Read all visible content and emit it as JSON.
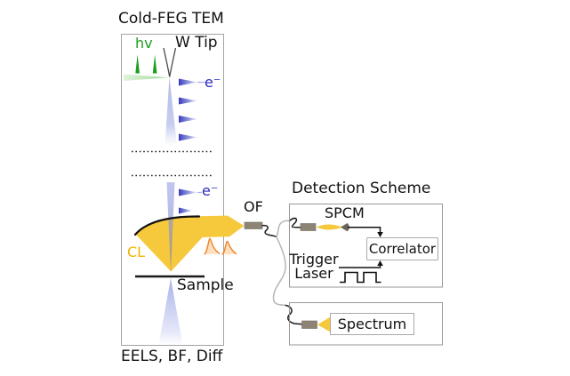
{
  "tem": {
    "title": "Cold-FEG TEM",
    "photon_label": "hv",
    "tip_label": "W Tip",
    "electron_label_top": "e⁻",
    "electron_label_mid": "e⁻",
    "cl_label": "CL",
    "sample_label": "Sample",
    "modes_label": "EELS, BF, Diff"
  },
  "fiber": {
    "of_label": "OF"
  },
  "detection": {
    "title": "Detection Scheme",
    "spcm_label": "SPCM",
    "correlator_label": "Correlator",
    "trigger_line1": "Trigger",
    "trigger_line2": "Laser",
    "spectrum_label": "Spectrum"
  },
  "colors": {
    "photon_green": "#1f9e1f",
    "electron_blue": "#2b2bbe",
    "beam_lavender": "#aab3e8",
    "cl_gold": "#f6c83c",
    "cl_text_gold": "#f0b400",
    "pulse_orange": "#f08228",
    "connector_gray": "#8d8476",
    "fiber_gray": "#b5b5b5",
    "box_border": "#999999"
  }
}
